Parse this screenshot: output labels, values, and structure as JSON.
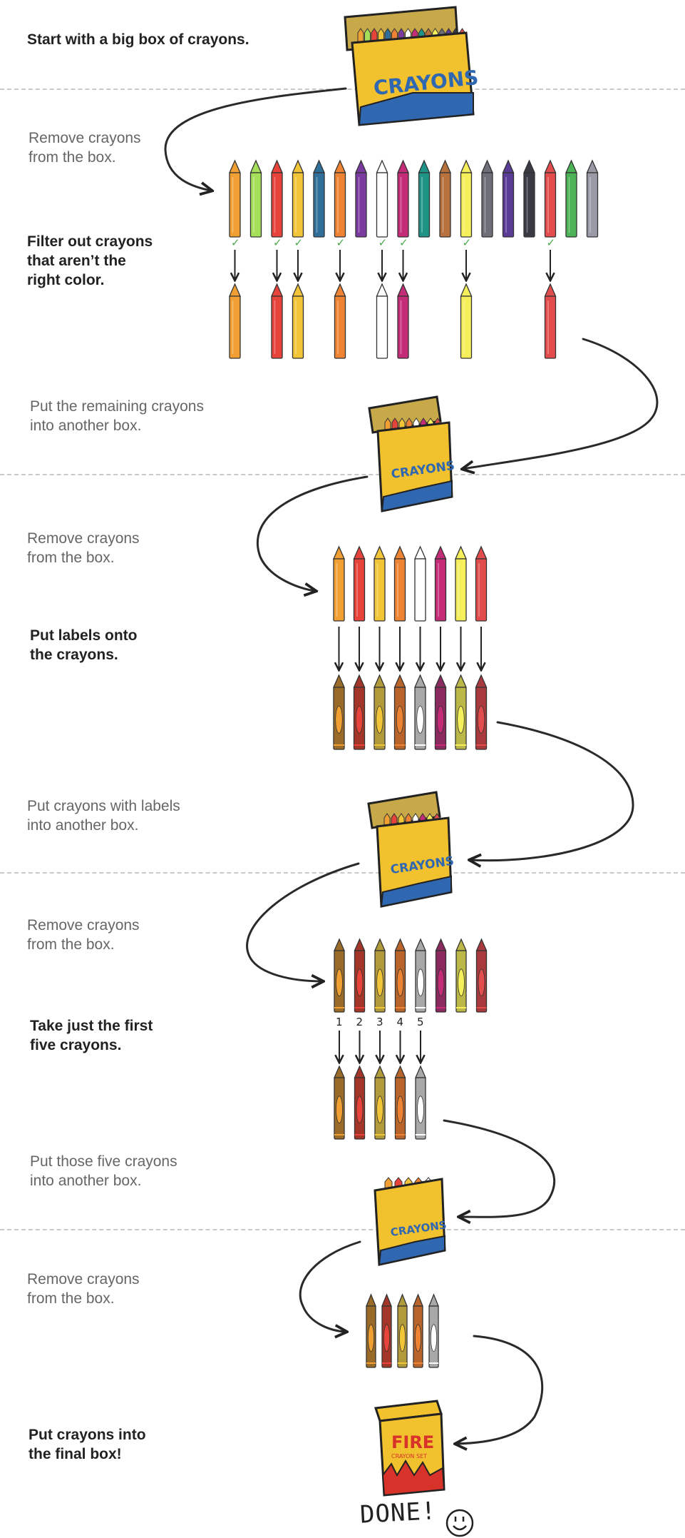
{
  "steps": [
    {
      "text_lines": [
        "Start with a big box of crayons."
      ],
      "bold": true
    },
    {
      "text_lines": [
        "Remove crayons",
        "from the box."
      ],
      "bold": false
    },
    {
      "text_lines": [
        "Filter out crayons",
        "that aren’t the",
        "right color."
      ],
      "bold": true
    },
    {
      "text_lines": [
        "Put the remaining crayons",
        "into another box."
      ],
      "bold": false
    },
    {
      "text_lines": [
        "Remove crayons",
        "from the box."
      ],
      "bold": false
    },
    {
      "text_lines": [
        "Put labels onto",
        "the crayons."
      ],
      "bold": true
    },
    {
      "text_lines": [
        "Put crayons with labels",
        "into another box."
      ],
      "bold": false
    },
    {
      "text_lines": [
        "Remove crayons",
        "from the box."
      ],
      "bold": false
    },
    {
      "text_lines": [
        "Take just the first",
        "five crayons."
      ],
      "bold": true
    },
    {
      "text_lines": [
        "Put those five crayons",
        "into another box."
      ],
      "bold": false
    },
    {
      "text_lines": [
        "Remove crayons",
        "from the box."
      ],
      "bold": false
    },
    {
      "text_lines": [
        "Put crayons into",
        "the final box!"
      ],
      "bold": true
    }
  ],
  "boxes": {
    "crayons_label": "CRAYONS",
    "final_title": "FIRE",
    "final_subtitle": "CRAYON SET"
  },
  "take_numbers": [
    "1",
    "2",
    "3",
    "4",
    "5"
  ],
  "done_text": "DONE!",
  "colors": {
    "all_crayons": [
      "#f0a032",
      "#a6e05a",
      "#e8433a",
      "#f2c438",
      "#2f6f9a",
      "#ee8433",
      "#7a3aa0",
      "#ffffff",
      "#c42c78",
      "#1f9486",
      "#b8703c",
      "#f4ef5a",
      "#6e6f78",
      "#5a3c96",
      "#3a3a44",
      "#e24c4c",
      "#4cb456",
      "#9a9aa6"
    ],
    "kept_crayons": [
      "#f0a032",
      "#e8433a",
      "#f2c438",
      "#ee8433",
      "#ffffff",
      "#c42c78",
      "#f4ef5a",
      "#e24c4c"
    ],
    "labeled_body": [
      "#9a6a28",
      "#a33628",
      "#b09a3a",
      "#b8642a",
      "#a8a8a8",
      "#8a2a5e",
      "#bcb848",
      "#a83a3e"
    ],
    "label_band": [
      "#f0a032",
      "#e8433a",
      "#f2c438",
      "#ee8433",
      "#ffffff",
      "#c42c78",
      "#f4ef5a",
      "#e24c4c"
    ],
    "check": "#4aa84a",
    "box_yellow": "#f2c12e",
    "box_blue": "#2f67b1",
    "fire_red": "#d8332a"
  }
}
